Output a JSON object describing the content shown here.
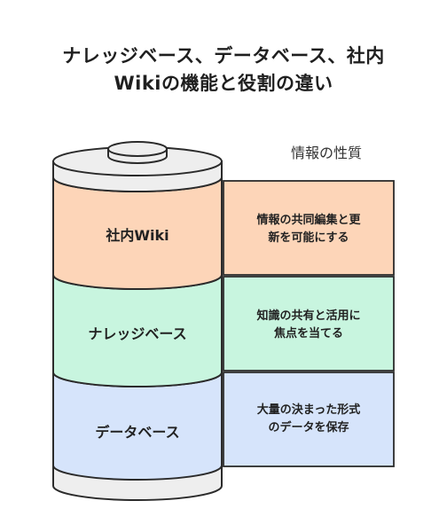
{
  "title": {
    "line1": "ナレッジベース、データベース、社内",
    "line2": "Wikiの機能と役割の違い"
  },
  "column_header": "情報の性質",
  "layers": [
    {
      "name": "社内Wiki",
      "description_lines": [
        "情報の共同編集と更",
        "新を可能にする"
      ],
      "color": "#fdd5b8"
    },
    {
      "name": "ナレッジベース",
      "description_lines": [
        "知識の共有と活用に",
        "焦点を当てる"
      ],
      "color": "#c8f5df"
    },
    {
      "name": "データベース",
      "description_lines": [
        "大量の決まった形式",
        "のデータを保存"
      ],
      "color": "#d6e4fb"
    }
  ],
  "colors": {
    "stroke": "#2b2b2b",
    "cap_fill": "#eeeeee"
  }
}
